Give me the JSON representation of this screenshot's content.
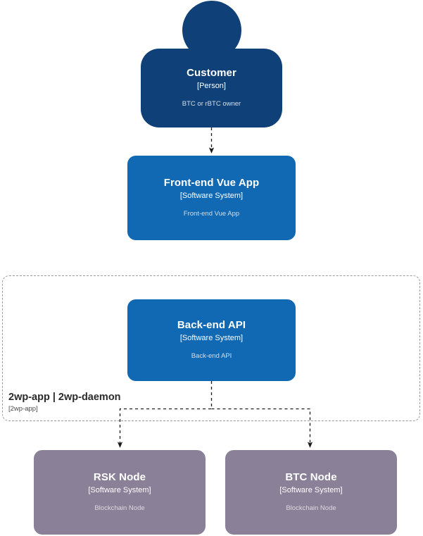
{
  "diagram": {
    "type": "c4-context-diagram",
    "background": "#ffffff",
    "colors": {
      "person": "#0f4178",
      "software_system": "#1168b3",
      "external_node": "#8a8199",
      "boundary_border": "#9a9a9a",
      "edge": "#2b2b2b",
      "title_text": "#ffffff",
      "description_text": "#d7dfe8"
    }
  },
  "nodes": {
    "customer": {
      "name": "Customer",
      "type": "[Person]",
      "description": "BTC or rBTC owner",
      "shape": "person",
      "color": "#0f4178"
    },
    "frontend": {
      "name": "Front-end Vue App",
      "type": "[Software System]",
      "description": "Front-end Vue App",
      "shape": "box",
      "color": "#1168b3"
    },
    "backend": {
      "name": "Back-end API",
      "type": "[Software System]",
      "description": "Back-end API",
      "shape": "box",
      "color": "#1168b3"
    },
    "rsk_node": {
      "name": "RSK Node",
      "type": "[Software System]",
      "description": "Blockchain Node",
      "shape": "box",
      "color": "#8a8199"
    },
    "btc_node": {
      "name": "BTC Node",
      "type": "[Software System]",
      "description": "Blockchain Node",
      "shape": "box",
      "color": "#8a8199"
    }
  },
  "boundary": {
    "name": "2wp-app | 2wp-daemon",
    "type": "[2wp-app]",
    "style": "dashed"
  },
  "edges": [
    {
      "from": "customer",
      "to": "frontend",
      "style": "dashed",
      "arrow": "end",
      "label": ""
    },
    {
      "from": "frontend",
      "to": "backend",
      "style": "none",
      "arrow": "none",
      "label": ""
    },
    {
      "from": "backend",
      "to": "rsk_node",
      "style": "dashed",
      "arrow": "end",
      "label": ""
    },
    {
      "from": "backend",
      "to": "btc_node",
      "style": "dashed",
      "arrow": "end",
      "label": ""
    }
  ]
}
